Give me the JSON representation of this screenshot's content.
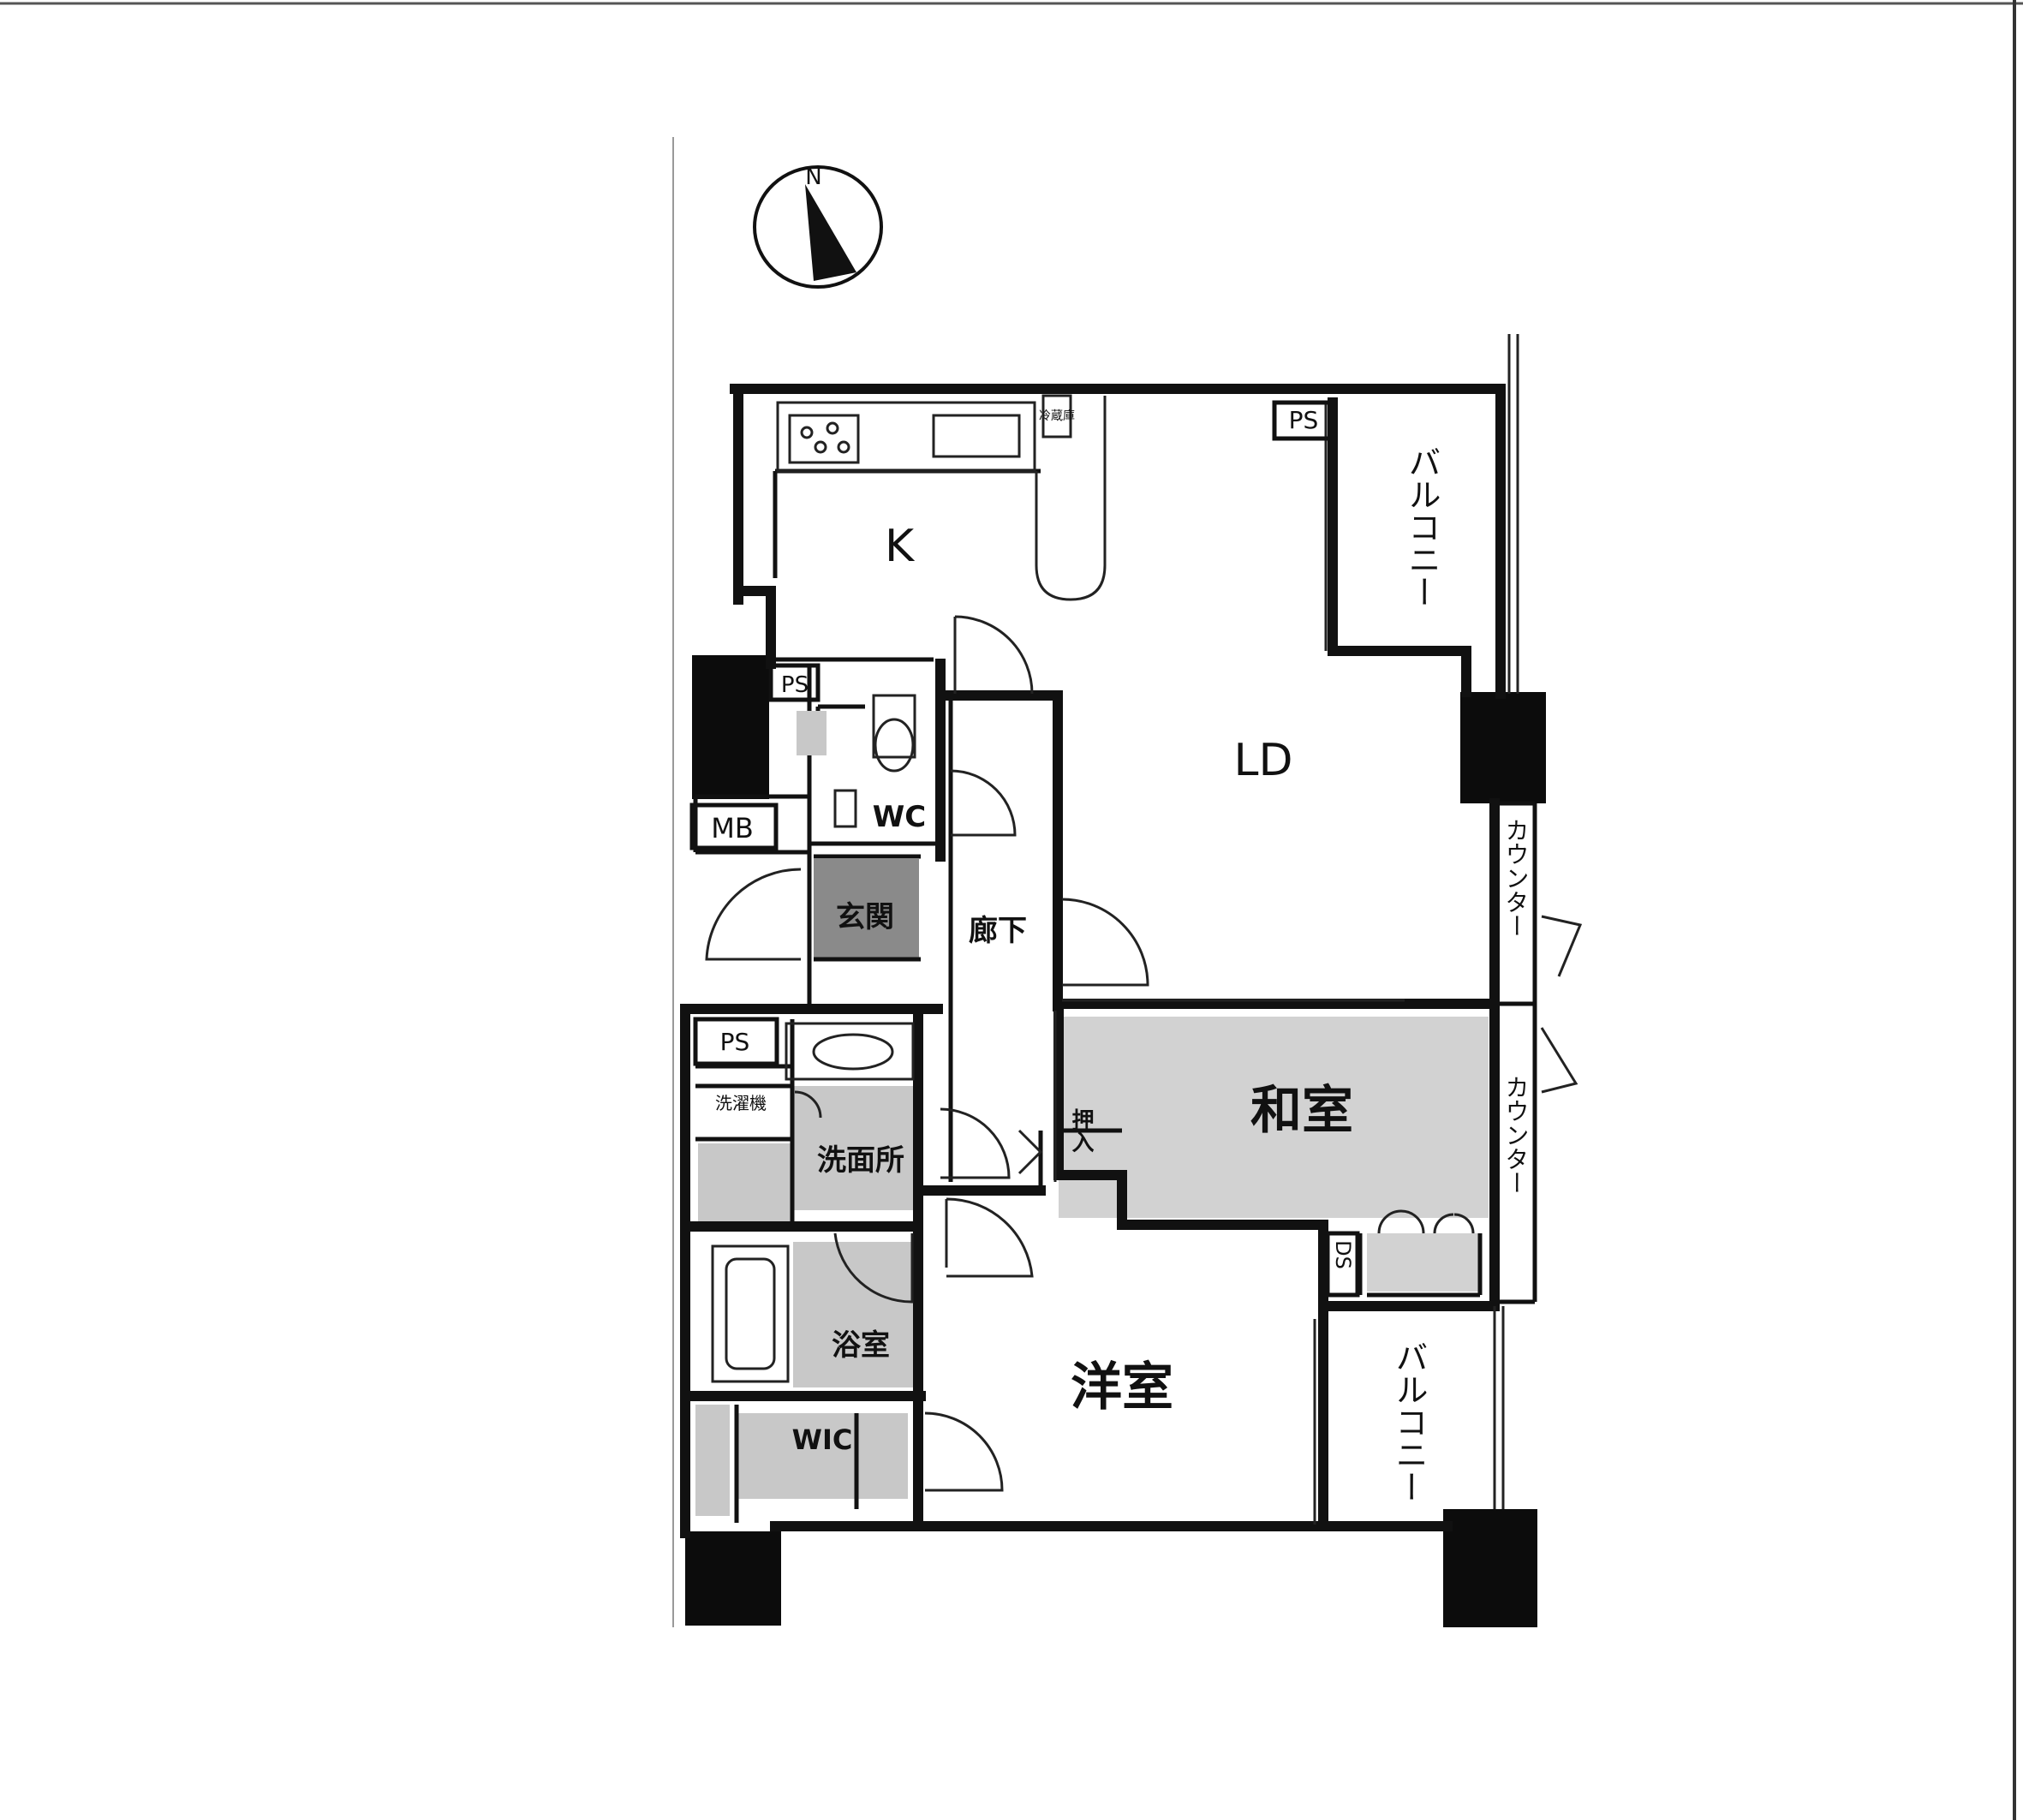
{
  "plan": {
    "compass": {
      "mark": "N"
    },
    "rooms": {
      "kitchen": "K",
      "living_dining": "LD",
      "toilet": "WC",
      "meter_box": "MB",
      "entrance": "玄関",
      "hallway": "廊下",
      "washroom": "洗面所",
      "bathroom": "浴室",
      "walk_in_closet": "WIC",
      "western_room": "洋室",
      "japanese_room": "和室",
      "closet": "押入",
      "downspout": "DS",
      "laundry": "洗濯機",
      "refrigerator": "冷蔵庫"
    },
    "pipe_spaces": [
      "PS",
      "PS",
      "PS"
    ],
    "balconies": [
      "バルコニー",
      "バルコニー"
    ],
    "counters": [
      "カウンター",
      "カウンター"
    ]
  },
  "colors": {
    "wall": "#111111",
    "tatami": "#d2d2d2",
    "wet_area": "#c8c8c8",
    "entrance_floor": "#8a8a8a"
  }
}
